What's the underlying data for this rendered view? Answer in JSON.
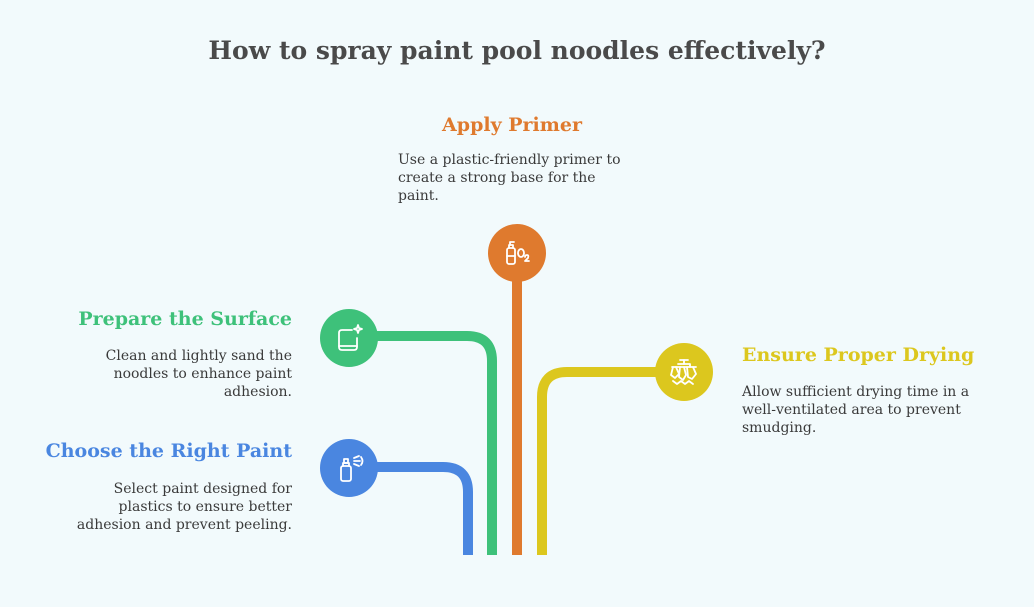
{
  "title": "How to spray paint pool noodles effectively?",
  "steps": [
    {
      "heading": "Choose the Right Paint",
      "description": "Select paint designed for plastics to ensure better adhesion and prevent peeling.",
      "color": "#4a86e0",
      "icon": "spray-can-icon"
    },
    {
      "heading": "Prepare the Surface",
      "description": "Clean and lightly sand the noodles to enhance paint adhesion.",
      "color": "#3ec17a",
      "icon": "sparkle-surface-icon"
    },
    {
      "heading": "Apply Primer",
      "description": "Use a plastic-friendly primer to create a strong base for the paint.",
      "color": "#df7a2e",
      "icon": "oxygen-bottle-icon"
    },
    {
      "heading": "Ensure Proper Drying",
      "description": "Allow sufficient drying time in a well-ventilated area to prevent smudging.",
      "color": "#dcc71e",
      "icon": "drying-rack-icon"
    }
  ]
}
